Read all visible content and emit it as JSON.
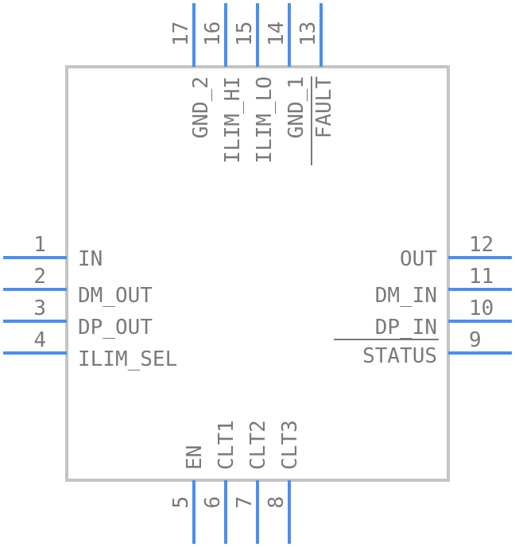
{
  "colors": {
    "body_stroke": "#c4c4c4",
    "body_fill": "#ffffff",
    "pin": "#4a8ef0",
    "text": "#7a7a7a",
    "overline": "#7a7a7a"
  },
  "pins": {
    "left": [
      {
        "number": "1",
        "label": "IN"
      },
      {
        "number": "2",
        "label": "DM_OUT"
      },
      {
        "number": "3",
        "label": "DP_OUT"
      },
      {
        "number": "4",
        "label": "ILIM_SEL"
      }
    ],
    "right": [
      {
        "number": "12",
        "label": "OUT"
      },
      {
        "number": "11",
        "label": "DM_IN"
      },
      {
        "number": "10",
        "label": "DP_IN"
      },
      {
        "number": "9",
        "label": "STATUS"
      }
    ],
    "bottom": [
      {
        "number": "5",
        "label": "EN"
      },
      {
        "number": "6",
        "label": "CLT1"
      },
      {
        "number": "7",
        "label": "CLT2"
      },
      {
        "number": "8",
        "label": "CLT3"
      }
    ],
    "top": [
      {
        "number": "17",
        "label": "GND_2"
      },
      {
        "number": "16",
        "label": "ILIM_HI"
      },
      {
        "number": "15",
        "label": "ILIM_LO"
      },
      {
        "number": "14",
        "label": "GND_1"
      },
      {
        "number": "13",
        "label": "FAULT"
      }
    ]
  }
}
